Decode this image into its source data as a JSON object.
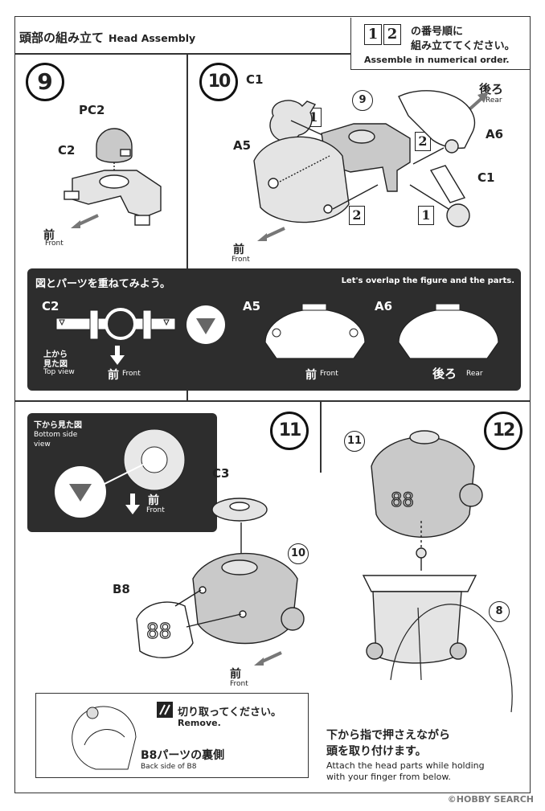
{
  "header": {
    "title_ja": "頭部の組み立て",
    "title_en": "Head Assembly",
    "order_num_1": "1",
    "order_num_2": "2",
    "order_ja_1": "の番号順に",
    "order_ja_2": "組み立ててください。",
    "order_en": "Assemble in numerical order."
  },
  "step9": {
    "num": "9",
    "part_pc2": "PC2",
    "part_c2": "C2",
    "front_ja": "前",
    "front_en": "Front"
  },
  "step10": {
    "num": "10",
    "part_c1_top": "C1",
    "part_a5": "A5",
    "part_a6": "A6",
    "part_c1_bottom": "C1",
    "ref_num": "9",
    "rear_ja": "後ろ",
    "rear_en": "Rear",
    "front_ja": "前",
    "front_en": "Front",
    "seq_1a": "1",
    "seq_2a": "2",
    "seq_1b": "1",
    "seq_2b": "2"
  },
  "overlap_panel": {
    "title_ja": "図とパーツを重ねてみよう。",
    "title_en": "Let's overlap the figure and the parts.",
    "c2_label": "C2",
    "a5_label": "A5",
    "a6_label": "A6",
    "topview_ja_1": "上から",
    "topview_ja_2": "見た図",
    "topview_en": "Top view",
    "front_ja": "前",
    "front_en": "Front",
    "a5_front_ja": "前",
    "a5_front_en": "Front",
    "a6_rear_ja": "後ろ",
    "a6_rear_en": "Rear"
  },
  "step11": {
    "num": "11",
    "bottom_view_ja": "下から見た図",
    "bottom_view_en_1": "Bottom side",
    "bottom_view_en_2": "view",
    "bv_front_ja": "前",
    "bv_front_en": "Front",
    "part_c3": "C3",
    "part_b8": "B8",
    "ref_num": "10",
    "front_ja": "前",
    "front_en": "Front",
    "remove_ja": "切り取ってください。",
    "remove_en": "Remove.",
    "back_side_ja": "B8パーツの裏側",
    "back_side_en": "Back side of B8"
  },
  "step12": {
    "num": "12",
    "ref_11": "11",
    "ref_8": "8",
    "instruction_ja_1": "下から指で押さえながら",
    "instruction_ja_2": "頭を取り付けます。",
    "instruction_en_1": "Attach the head parts while holding",
    "instruction_en_2": "with your finger from below."
  },
  "watermark": "©HOBBY SEARCH"
}
